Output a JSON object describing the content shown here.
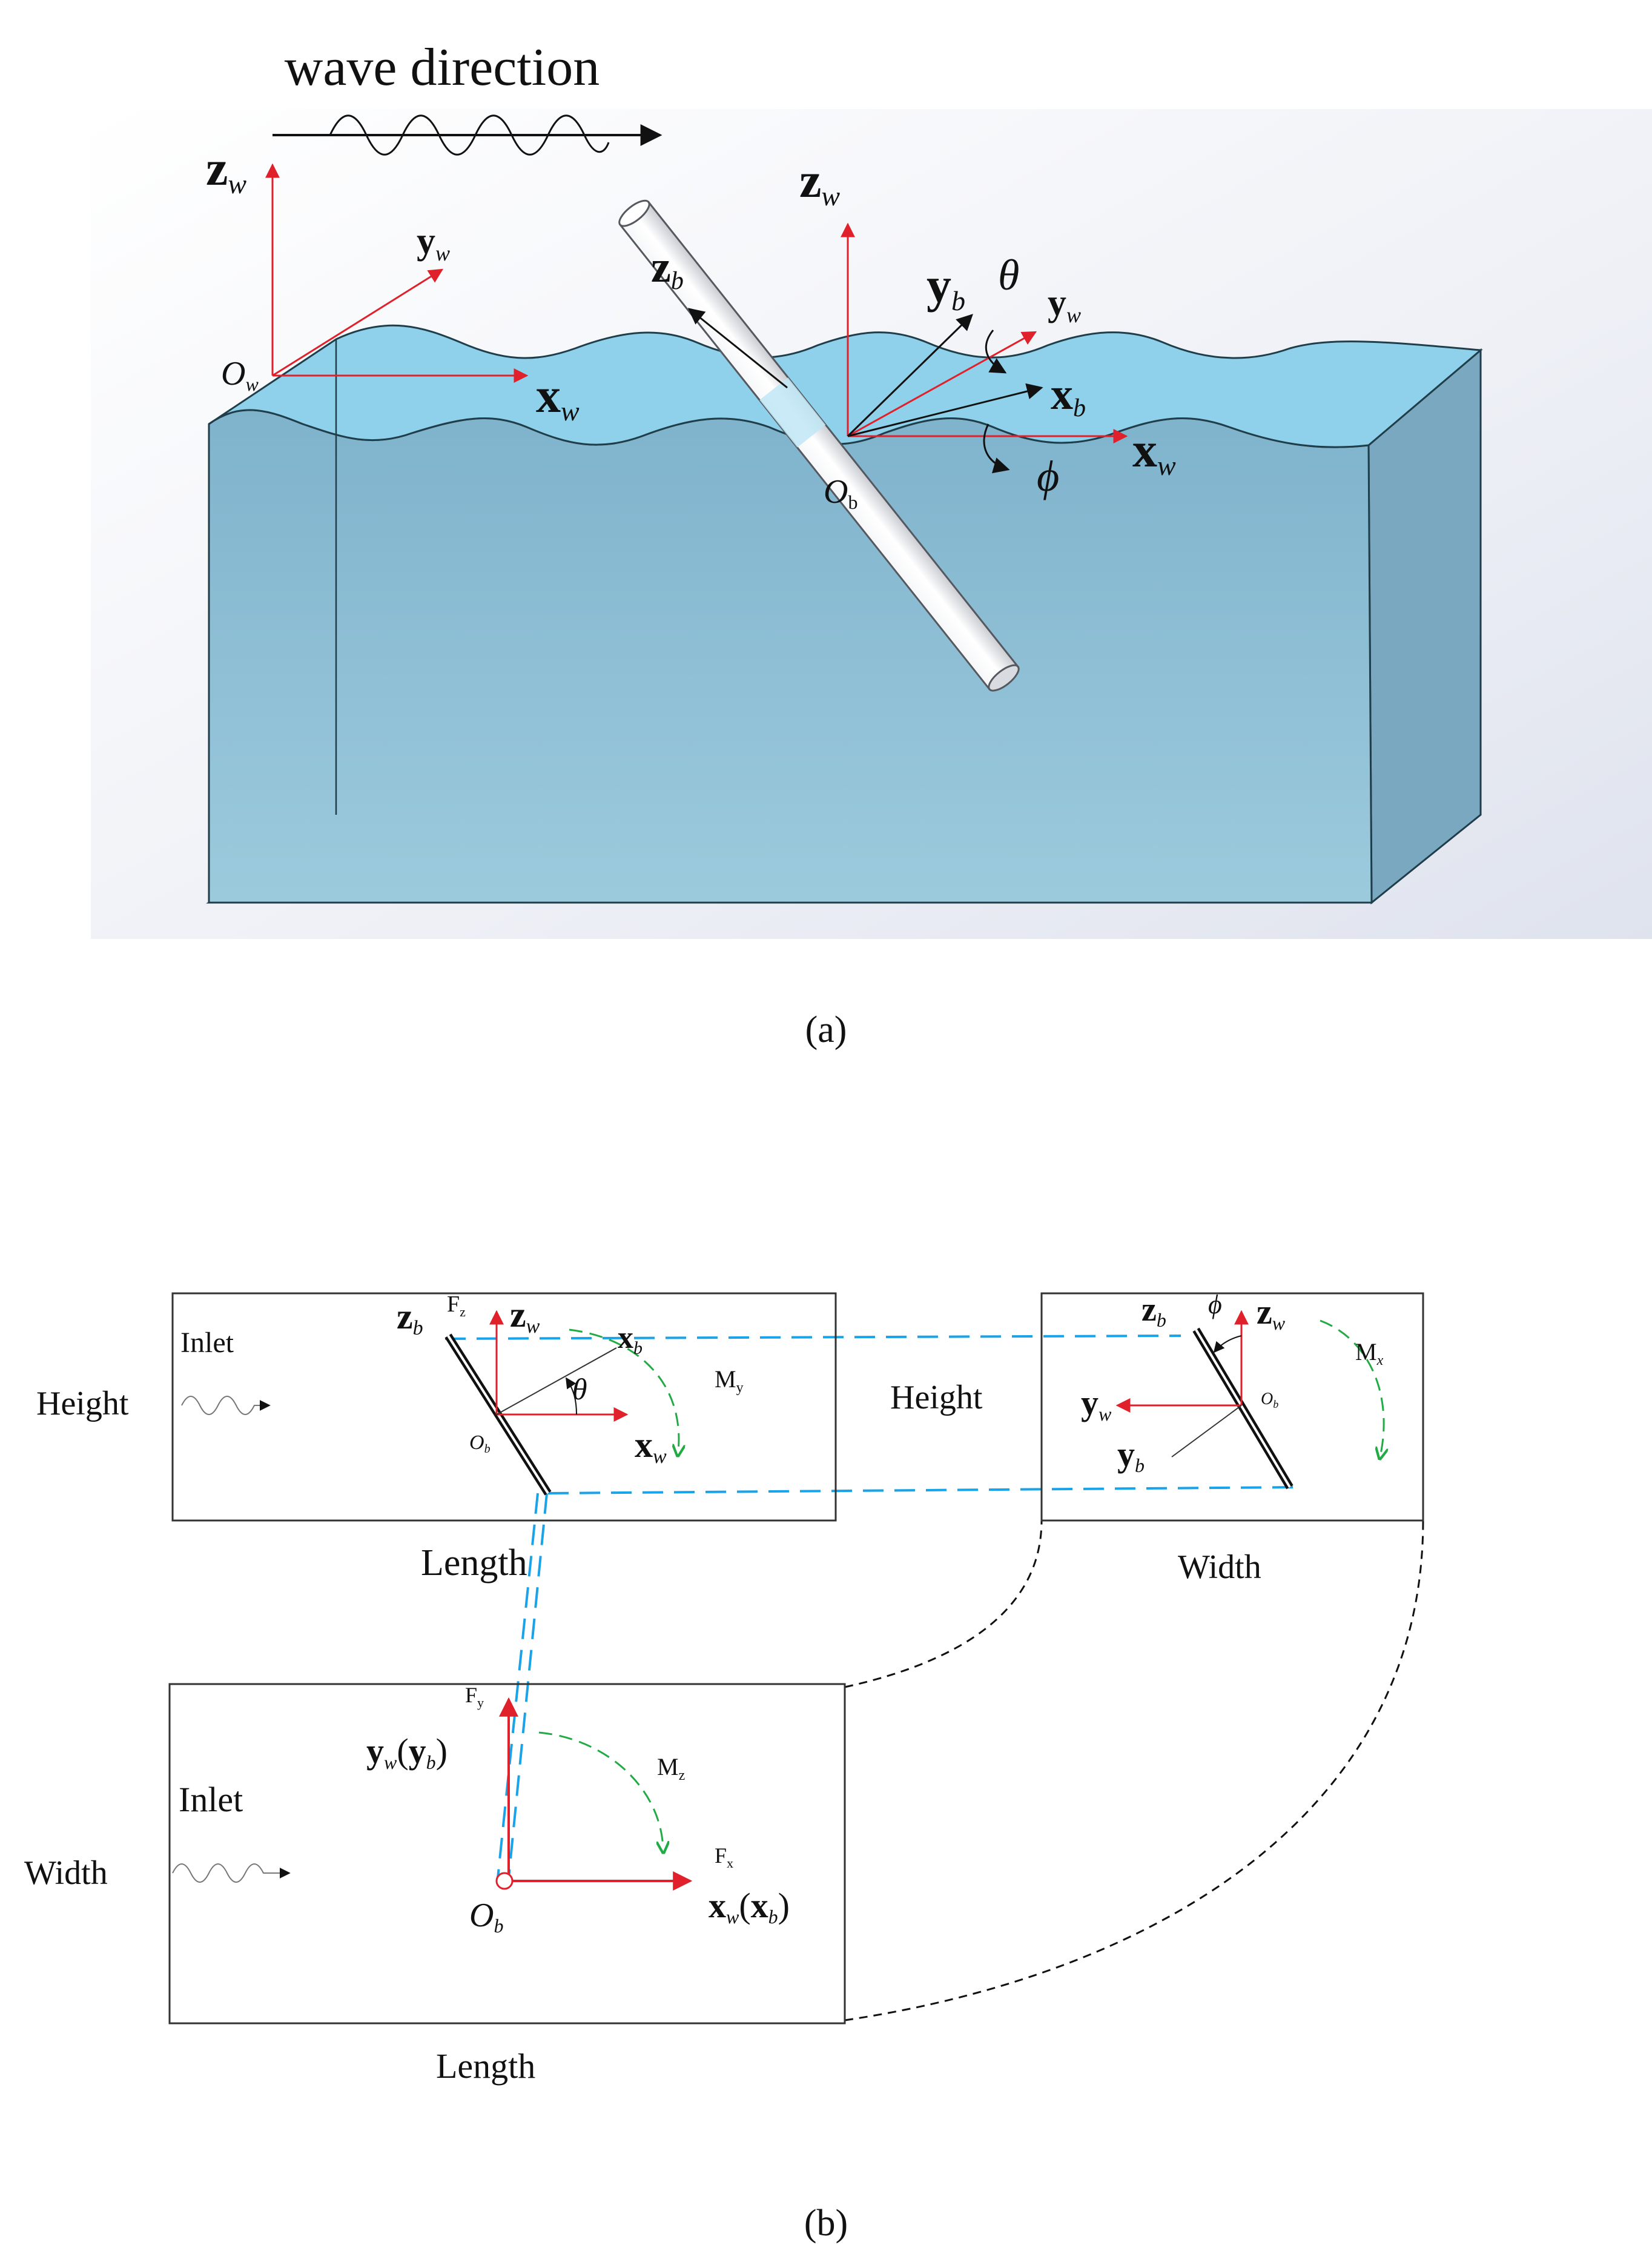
{
  "panel_a": {
    "wave_direction": "wave direction",
    "caption": "(a)",
    "labels": {
      "zw_left": "z",
      "zw_left_sub": "w",
      "yw_left": "y",
      "yw_left_sub": "w",
      "ow": "O",
      "ow_sub": "w",
      "xw_left": "x",
      "xw_left_sub": "w",
      "zb": "z",
      "zb_sub": "b",
      "zw_right": "z",
      "zw_right_sub": "w",
      "yb": "y",
      "yb_sub": "b",
      "theta": "θ",
      "yw_right": "y",
      "yw_right_sub": "w",
      "xb": "x",
      "xb_sub": "b",
      "xw_right": "x",
      "xw_right_sub": "w",
      "phi": "ϕ",
      "ob": "O",
      "ob_sub": "b"
    }
  },
  "panel_b": {
    "caption": "(b)",
    "side_view": {
      "inlet": "Inlet",
      "height": "Height",
      "length": "Length",
      "zb": "z",
      "zb_sub": "b",
      "fz": "F",
      "fz_sub": "z",
      "zw": "z",
      "zw_sub": "w",
      "xb": "x",
      "xb_sub": "b",
      "theta": "θ",
      "ob": "O",
      "ob_sub": "b",
      "xw": "x",
      "xw_sub": "w",
      "my": "M",
      "my_sub": "y"
    },
    "front_view": {
      "height": "Height",
      "width": "Width",
      "zb": "z",
      "zb_sub": "b",
      "phi": "ϕ",
      "zw": "z",
      "zw_sub": "w",
      "mx": "M",
      "mx_sub": "x",
      "yw": "y",
      "yw_sub": "w",
      "ob": "O",
      "ob_sub": "b",
      "yb": "y",
      "yb_sub": "b"
    },
    "top_view": {
      "inlet": "Inlet",
      "width": "Width",
      "length": "Length",
      "fy": "F",
      "fy_sub": "y",
      "yw": "y",
      "yw_sub": "w",
      "yb_paren": "y",
      "yb_sub": "b",
      "mz": "M",
      "mz_sub": "z",
      "fx": "F",
      "fx_sub": "x",
      "ob": "O",
      "ob_sub": "b",
      "xw": "x",
      "xw_sub": "w",
      "xb_paren": "x",
      "xb_sub": "b"
    }
  },
  "colors": {
    "water_surface": "#8fd0ea",
    "water_body": "#8bbcd2",
    "water_floor": "#2c6a80",
    "axis_red": "#e0202a",
    "guide_blue": "#1aa3e8",
    "moment_green": "#22aa44"
  }
}
